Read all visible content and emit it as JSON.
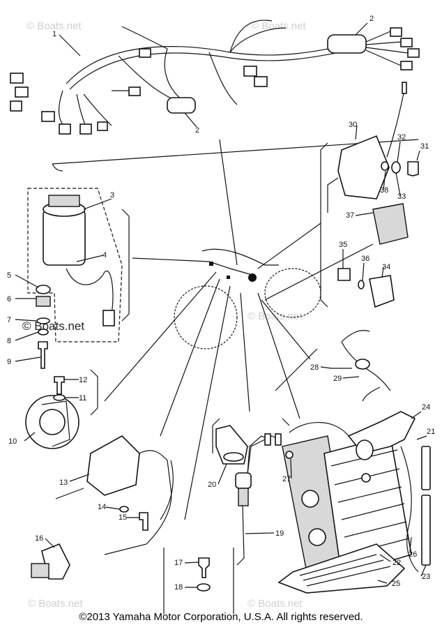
{
  "watermarks": {
    "top_left": "© Boats.net",
    "top_center": "© Boats.net",
    "mid_dark": "© Boats.net",
    "mid_right": "© Boats.net",
    "bottom_left": "© Boats.net",
    "bottom_right": "© Boats.net"
  },
  "callouts": {
    "c1": "1",
    "c2a": "2",
    "c2b": "2",
    "c3": "3",
    "c4": "4",
    "c5": "5",
    "c6": "6",
    "c7": "7",
    "c8": "8",
    "c9": "9",
    "c10": "10",
    "c11": "11",
    "c12": "12",
    "c13": "13",
    "c14": "14",
    "c15": "15",
    "c16": "16",
    "c17": "17",
    "c18": "18",
    "c19": "19",
    "c20": "20",
    "c21": "21",
    "c22": "22",
    "c23": "23",
    "c24": "24",
    "c25": "25",
    "c26": "26",
    "c27": "27",
    "c28": "28",
    "c29": "29",
    "c30": "30",
    "c31": "31",
    "c32": "32",
    "c33": "33",
    "c34": "34",
    "c35": "35",
    "c36": "36",
    "c37": "37",
    "c38": "38"
  },
  "footer": {
    "copyright": "©2013 Yamaha Motor Corporation, U.S.A. All rights reserved."
  }
}
